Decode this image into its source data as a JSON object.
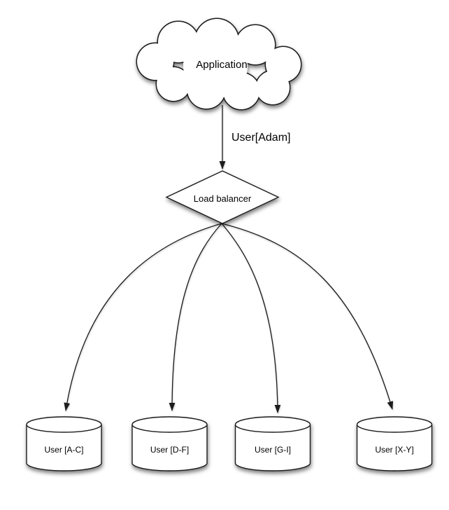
{
  "nodes": {
    "application": {
      "label": "Application",
      "shape": "cloud"
    },
    "load_balancer": {
      "label": "Load balancer",
      "shape": "diamond"
    },
    "shard_a_c": {
      "label": "User [A-C]",
      "shape": "cylinder"
    },
    "shard_d_f": {
      "label": "User [D-F]",
      "shape": "cylinder"
    },
    "shard_g_i": {
      "label": "User [G-I]",
      "shape": "cylinder"
    },
    "shard_x_y": {
      "label": "User [X-Y]",
      "shape": "cylinder"
    }
  },
  "edges": {
    "app_to_balancer": {
      "label": "User[Adam]",
      "from": "application",
      "to": "load_balancer"
    },
    "balancer_to_a_c": {
      "label": "",
      "from": "load_balancer",
      "to": "shard_a_c"
    },
    "balancer_to_d_f": {
      "label": "",
      "from": "load_balancer",
      "to": "shard_d_f"
    },
    "balancer_to_g_i": {
      "label": "",
      "from": "load_balancer",
      "to": "shard_g_i"
    },
    "balancer_to_x_y": {
      "label": "",
      "from": "load_balancer",
      "to": "shard_x_y"
    }
  },
  "colors": {
    "background": "#ffffff",
    "stroke": "#1a1a1a",
    "shape_fill": "#ffffff",
    "text": "#000000",
    "shadow": "rgba(0,0,0,0.5)"
  }
}
